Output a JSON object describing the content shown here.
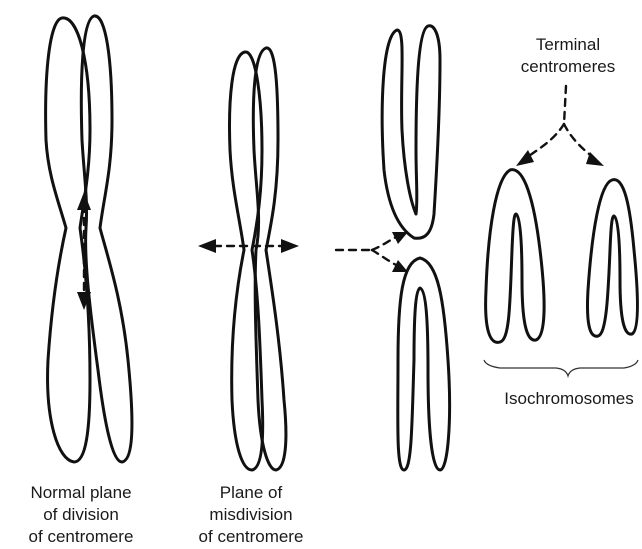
{
  "captions": {
    "normal_plane": [
      "Normal plane",
      "of division",
      "of centromere"
    ],
    "misdivision": [
      "Plane of",
      "misdivision",
      "of centromere"
    ],
    "terminal": [
      "Terminal",
      "centromeres"
    ],
    "isochromosomes": "Isochromosomes"
  },
  "colors": {
    "stroke": "#111111",
    "text": "#1a1a1a",
    "background": "#ffffff"
  }
}
